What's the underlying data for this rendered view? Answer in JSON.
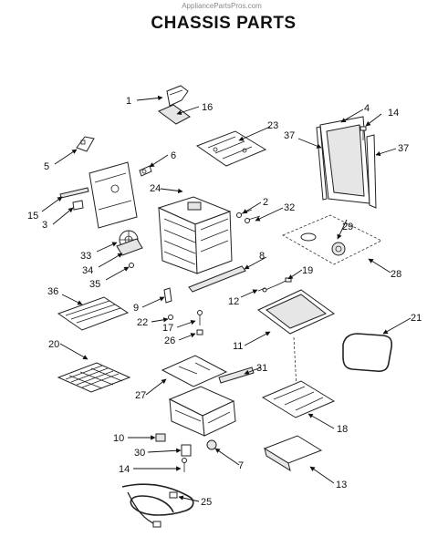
{
  "header": {
    "watermark": "AppliancePartsPros.com",
    "title": "CHASSIS PARTS"
  },
  "callouts": {
    "c1": "1",
    "c2": "2",
    "c3": "3",
    "c4": "4",
    "c5": "5",
    "c6": "6",
    "c7": "7",
    "c8": "8",
    "c9": "9",
    "c10": "10",
    "c11": "11",
    "c12": "12",
    "c13": "13",
    "c14a": "14",
    "c14b": "14",
    "c15": "15",
    "c16": "16",
    "c17": "17",
    "c18": "18",
    "c19": "19",
    "c20": "20",
    "c21": "21",
    "c22": "22",
    "c23": "23",
    "c24": "24",
    "c25": "25",
    "c26": "26",
    "c27": "27",
    "c28": "28",
    "c29": "29",
    "c30": "30",
    "c31": "31",
    "c32": "32",
    "c33": "33",
    "c34": "34",
    "c35": "35",
    "c36": "36",
    "c37a": "37",
    "c37b": "37"
  }
}
